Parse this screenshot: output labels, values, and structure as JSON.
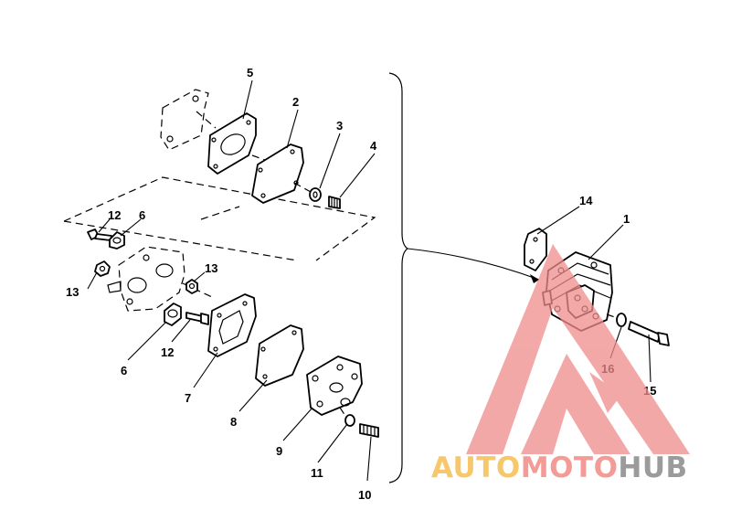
{
  "diagram": {
    "callouts": [
      "1",
      "2",
      "3",
      "4",
      "5",
      "6",
      "7",
      "8",
      "9",
      "10",
      "11",
      "12",
      "13",
      "14",
      "15",
      "16"
    ],
    "brand": {
      "part1": "AUTO",
      "part2": "MOTO",
      "part3": "HUB"
    },
    "colors": {
      "line": "#000000",
      "watermark_red": "#f08c8c",
      "brand_yellow": "#f7c76b",
      "brand_pink": "#f39b96",
      "brand_gray": "#9b9b9b"
    }
  }
}
